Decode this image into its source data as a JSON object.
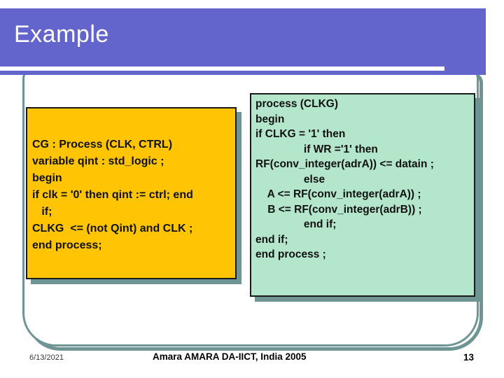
{
  "slide": {
    "title": "Example",
    "colors": {
      "banner_purple": "#6464CD",
      "frame_teal": "#6F9494",
      "left_box_fill": "#FFC404",
      "right_box_fill": "#B4E6CC",
      "box_shadow": "#6F9494",
      "code_text": "#111111"
    },
    "code_boxes": {
      "left": {
        "language": "VHDL",
        "code": "CG : Process (CLK, CTRL)\nvariable qint : std_logic ;\nbegin\nif clk = '0' then qint := ctrl; end\n   if;\nCLKG  <= (not Qint) and CLK ;\nend process;"
      },
      "right": {
        "language": "VHDL",
        "code": "process (CLKG)\nbegin\nif CLKG = '1' then\n                if WR ='1' then\nRF(conv_integer(adrA)) <= datain ;\n                else\n    A <= RF(conv_integer(adrA)) ;\n    B <= RF(conv_integer(adrB)) ;\n                end if;\nend if;\nend process ;"
      }
    },
    "footer": {
      "date": "6/13/2021",
      "credit": "Amara AMARA DA-IICT, India 2005",
      "page_number": "13"
    }
  }
}
